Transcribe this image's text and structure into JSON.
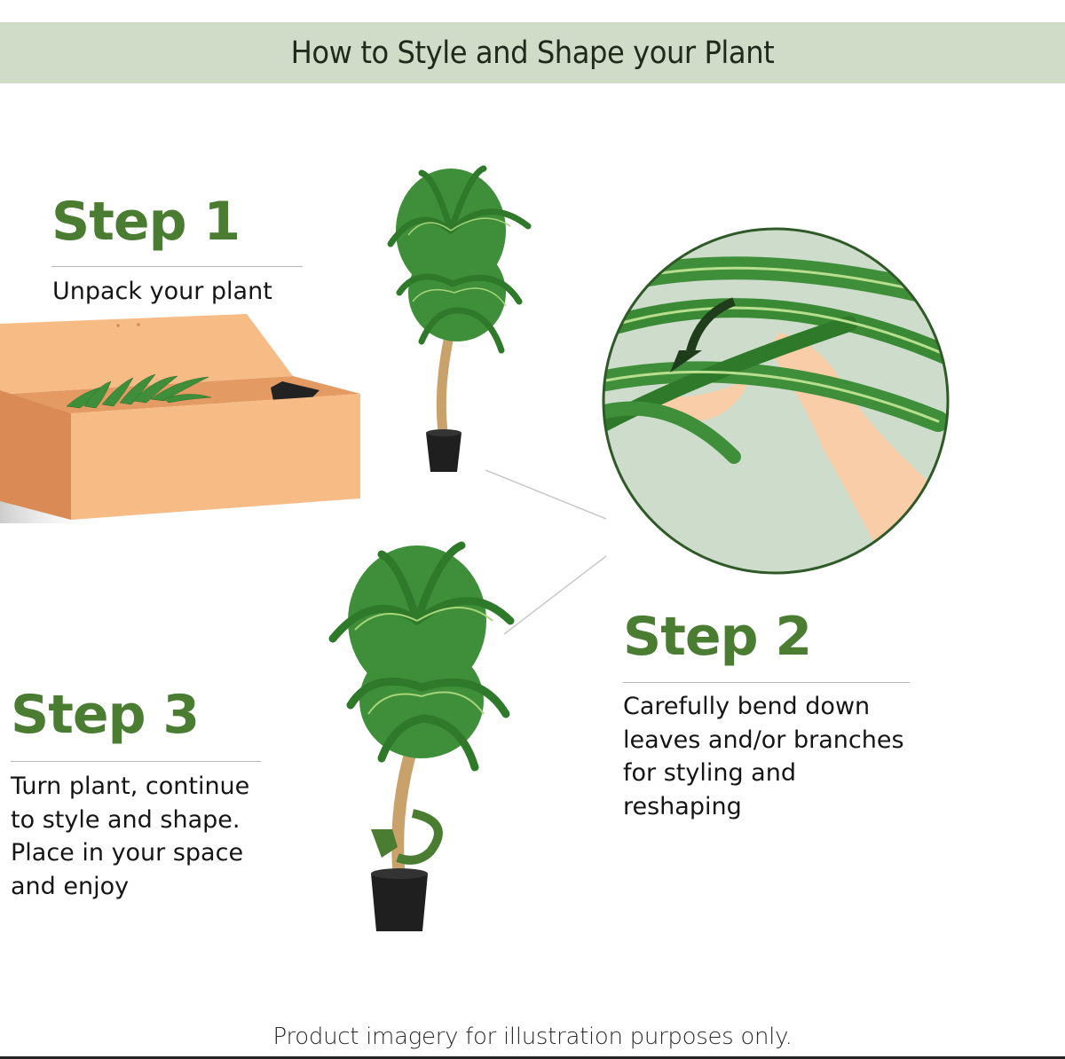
{
  "header": {
    "title": "How to Style and Shape your Plant"
  },
  "steps": [
    {
      "title": "Step 1",
      "description": "Unpack your plant"
    },
    {
      "title": "Step 2",
      "description": "Carefully bend down\nleaves and/or branches\nfor styling and\nreshaping"
    },
    {
      "title": "Step 3",
      "description": "Turn plant, continue\nto style and shape.\nPlace in your space\nand enjoy"
    }
  ],
  "illustrations": {
    "box": "cardboard-box-with-plant",
    "plant_small": "potted-dracaena-plant",
    "closeup": "hand-bending-leaves-closeup",
    "plant_large": "potted-dracaena-plant-with-rotate-arrow"
  },
  "colors": {
    "banner_bg": "#d0dcc8",
    "step_green": "#4a7d32",
    "circle_bg": "#cddccb",
    "circle_border": "#2f5a28",
    "box_front": "#f7bb86",
    "box_side": "#d98a55"
  },
  "footer": {
    "disclaimer": "Product imagery for illustration purposes only."
  }
}
